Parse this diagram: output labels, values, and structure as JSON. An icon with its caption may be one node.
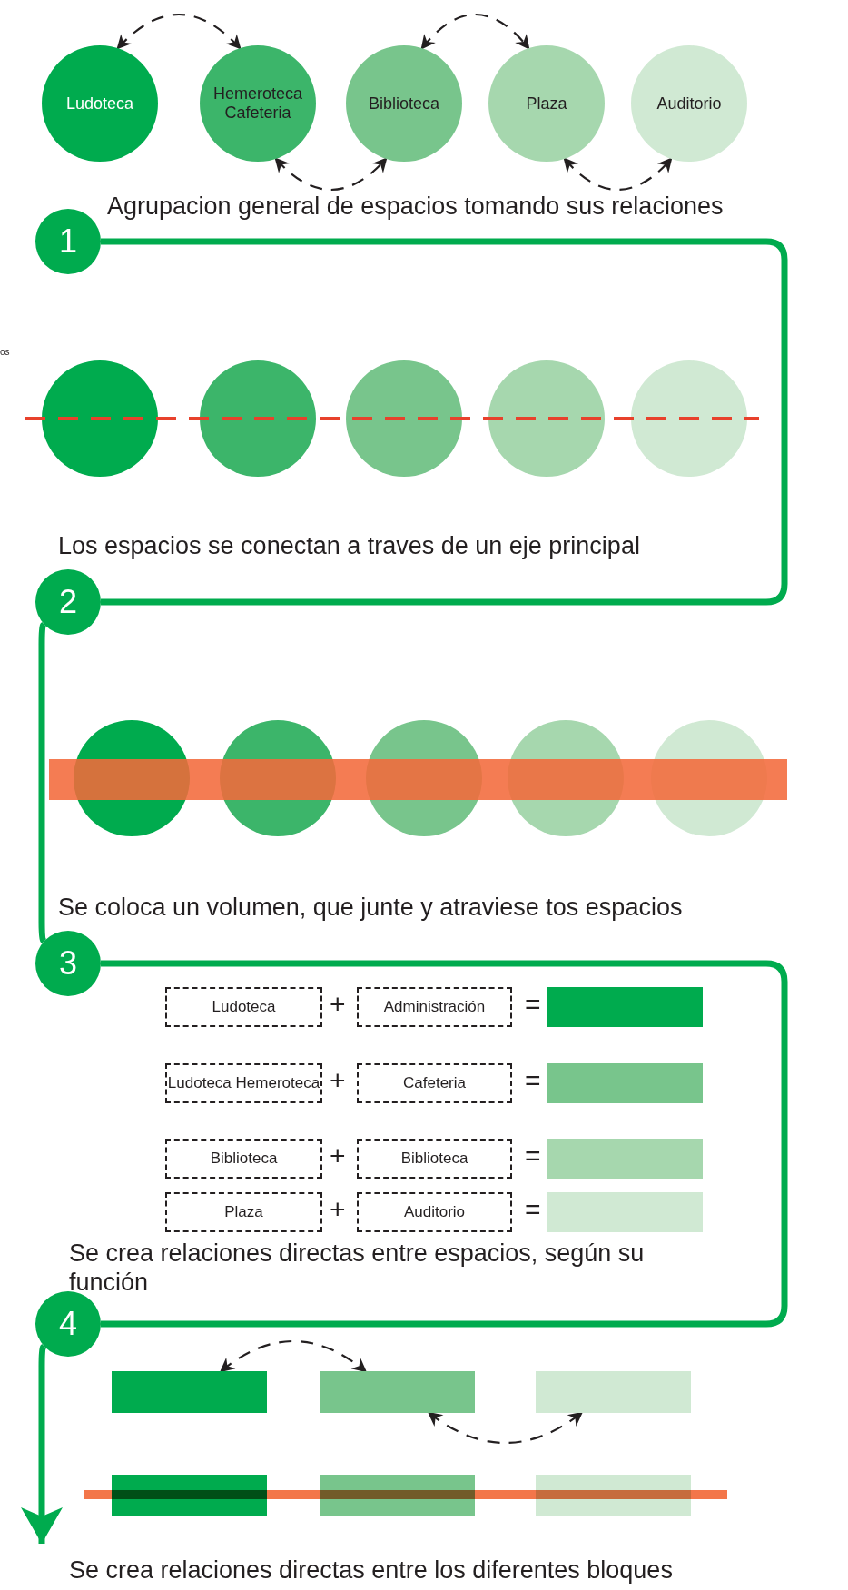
{
  "diagram": {
    "nodes": [
      {
        "text": [
          "Ludoteca"
        ]
      },
      {
        "text": [
          "Hemeroteca Cafeteria"
        ]
      },
      {
        "text": [
          "Biblioteca"
        ]
      },
      {
        "text": [
          "Plaza"
        ]
      },
      {
        "text": [
          "Auditorio"
        ]
      },
      {
        "text": [
          "1"
        ]
      },
      {
        "text": [],
        "shape": "circle"
      },
      {
        "text": [],
        "shape": "circle"
      },
      {
        "text": [],
        "shape": "circle"
      },
      {
        "text": [],
        "shape": "circle"
      },
      {
        "text": [],
        "shape": "circle"
      },
      {
        "text": [
          "2"
        ]
      },
      {
        "text": [],
        "shape": "circle"
      },
      {
        "text": [],
        "shape": "circle"
      },
      {
        "text": [],
        "shape": "circle"
      },
      {
        "text": [],
        "shape": "circle"
      },
      {
        "text": [],
        "shape": "circle"
      },
      {
        "text": [],
        "shape": "bar"
      },
      {
        "text": [
          "3"
        ]
      },
      {
        "text": [
          "Ludoteca"
        ]
      },
      {
        "text": [
          "Administración"
        ]
      },
      {
        "text": [],
        "shape": "box"
      },
      {
        "text": [
          "Ludoteca Hemeroteca"
        ]
      },
      {
        "text": [
          "Cafeteria"
        ]
      },
      {
        "text": [],
        "shape": "box"
      },
      {
        "text": [
          "Biblioteca"
        ]
      },
      {
        "text": [
          "Biblioteca"
        ]
      },
      {
        "text": [],
        "shape": "box"
      },
      {
        "text": [
          "Plaza"
        ]
      },
      {
        "text": [
          "Auditorio"
        ]
      },
      {
        "text": [],
        "shape": "box"
      },
      {
        "text": [
          "4"
        ]
      },
      {
        "text": [],
        "shape": "box"
      },
      {
        "text": [],
        "shape": "box"
      },
      {
        "text": [],
        "shape": "box"
      },
      {
        "text": [],
        "shape": "box"
      },
      {
        "text": [],
        "shape": "box"
      },
      {
        "text": [],
        "shape": "box"
      },
      {
        "text": [],
        "shape": "bar"
      }
    ],
    "edges": [
      {
        "from": 0,
        "to": 1,
        "arrow": "both",
        "style": "dashed"
      },
      {
        "from": 2,
        "to": 3,
        "arrow": "both",
        "style": "dashed"
      },
      {
        "from": 1,
        "to": 2,
        "arrow": "both",
        "style": "dashed"
      },
      {
        "from": 3,
        "to": 4,
        "arrow": "both",
        "style": "dashed"
      },
      {
        "from": 5,
        "to": 11,
        "arrow": "none",
        "style": "thick",
        "color": "#00ab4e"
      },
      {
        "from": 11,
        "to": 18,
        "arrow": "none",
        "style": "thick",
        "color": "#00ab4e"
      },
      {
        "from": 18,
        "to": 31,
        "arrow": "none",
        "style": "thick",
        "color": "#00ab4e"
      },
      {
        "from": 31,
        "to": null,
        "arrow": "to",
        "style": "thick",
        "color": "#00ab4e"
      },
      {
        "from": 32,
        "to": 33,
        "arrow": "both",
        "style": "dashed"
      },
      {
        "from": 33,
        "to": 34,
        "arrow": "both",
        "style": "dashed"
      }
    ],
    "labels": [
      "Agrupacion general de espacios tomando sus relaciones",
      "os",
      "Los espacios se conectan a traves de un eje principal",
      "Se coloca un volumen, que junte y atraviese tos espacios",
      "+",
      "=",
      "+",
      "=",
      "+",
      "=",
      "+",
      "=",
      "Se crea relaciones directas entre espacios, según su función",
      "Se crea relaciones directas entre los diferentes bloques"
    ]
  }
}
